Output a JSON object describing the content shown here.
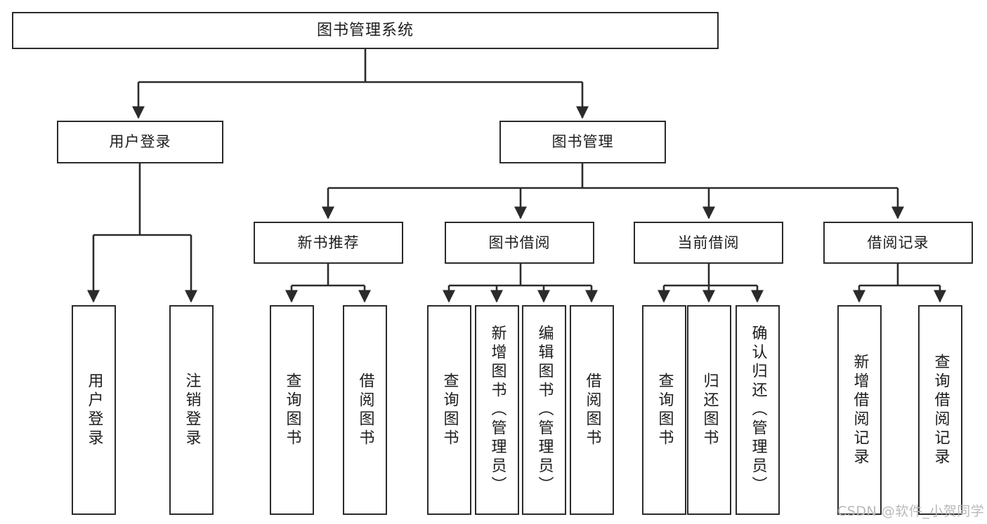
{
  "diagram": {
    "title": "图书管理系统",
    "watermark": "CSDN @软件_小贺同学",
    "line_color": "#2b2b2b",
    "box_fill": "#ffffff",
    "text_color": "#1d1d1d",
    "watermark_color": "#b9b9b9"
  },
  "nodes": {
    "root": {
      "label": "图书管理系统"
    },
    "level2": [
      {
        "label": "用户登录"
      },
      {
        "label": "图书管理"
      }
    ],
    "level3": [
      {
        "label": "新书推荐"
      },
      {
        "label": "图书借阅"
      },
      {
        "label": "当前借阅"
      },
      {
        "label": "借阅记录"
      }
    ],
    "leaves": {
      "user_login": [
        {
          "label": "用户登录"
        },
        {
          "label": "注销登录"
        }
      ],
      "new_book_recommend": [
        {
          "label": "查询图书"
        },
        {
          "label": "借阅图书"
        }
      ],
      "book_borrow": [
        {
          "label": "查询图书"
        },
        {
          "label": "新增图书（管理员）"
        },
        {
          "label": "编辑图书（管理员）"
        },
        {
          "label": "借阅图书"
        }
      ],
      "current_borrow": [
        {
          "label": "查询图书"
        },
        {
          "label": "归还图书"
        },
        {
          "label": "确认归还（管理员）"
        }
      ],
      "borrow_record": [
        {
          "label": "新增借阅记录"
        },
        {
          "label": "查询借阅记录"
        }
      ]
    }
  }
}
